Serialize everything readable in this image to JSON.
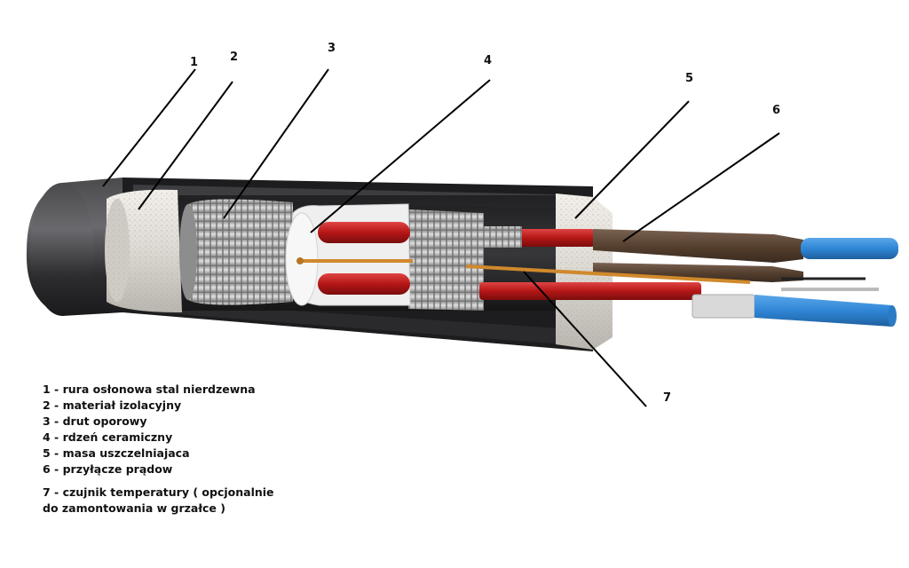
{
  "callouts": [
    "1",
    "2",
    "3",
    "4",
    "5",
    "6",
    "7"
  ],
  "legend": {
    "items": [
      "1 - rura osłonowa stal nierdzewna",
      "2 - materiał izolacyjny",
      "3 - drut oporowy",
      "4 - rdzeń ceramiczny",
      "5 - masa uszczelniajaca",
      "6 - przyłącze prądow"
    ],
    "item7": "7 - czujnik temperatury ( opcjonalnie do zamontowania w grzałce )"
  },
  "colors": {
    "tube": "#2e2e30",
    "insulation": "#e4e1dc",
    "wire": "#b8b8b8",
    "ceramic": "#eeeeee",
    "heater_red": "#c21a1a",
    "lead_brown": "#5a4537",
    "lead_blue": "#2f86d6",
    "sensor_copper": "#d0892c"
  }
}
